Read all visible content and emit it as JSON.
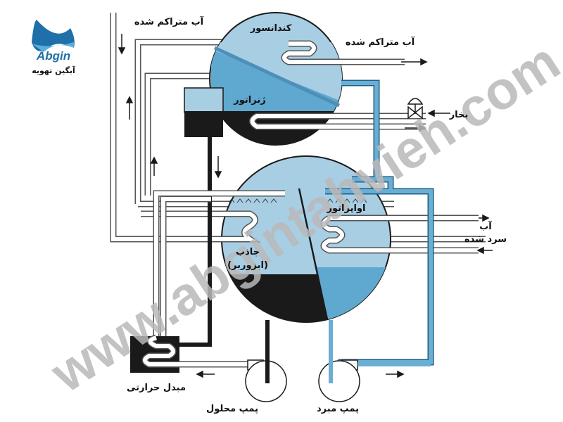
{
  "logo": {
    "brand_latin": "Abgin",
    "brand_fa": "آبگین تهویه"
  },
  "watermark": "www.abgintahvieh.com",
  "labels": {
    "condensed_water_top": "آب متراکم شده",
    "condenser": "کندانسور",
    "condensed_water_right": "آب متراکم شده",
    "generator": "ژنراتور",
    "steam": "بخار",
    "evaporator": "اواپراتور",
    "chilled_water_1": "آب",
    "chilled_water_2": "سرد شده",
    "absorber_1": "جاذب",
    "absorber_2": "(ابزوربر)",
    "heat_exchanger": "مبدل حرارتی",
    "solution_pump": "پمپ محلول",
    "refrigerant_pump": "پمپ مبرد"
  },
  "colors": {
    "light_blue": "#a8cee4",
    "mid_blue": "#5fa8cf",
    "pipe_blue": "#6aaed3",
    "dark": "#1a1a1a"
  }
}
